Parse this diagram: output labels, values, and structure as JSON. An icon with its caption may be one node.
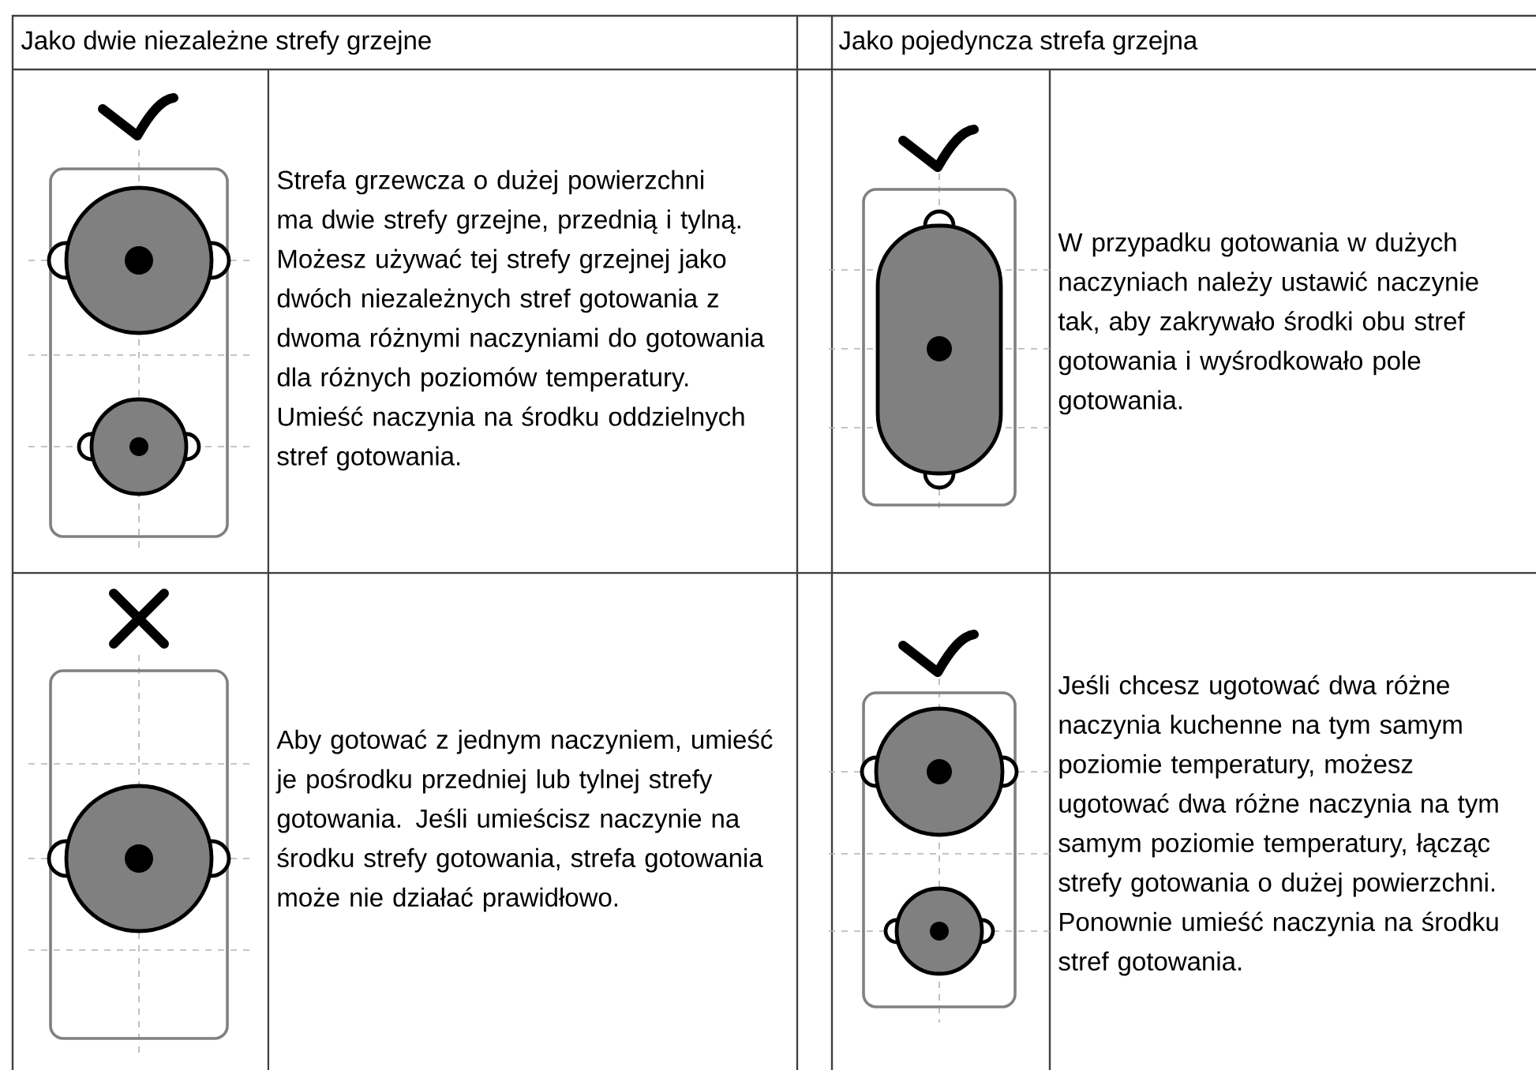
{
  "diagram": {
    "labels": [
      "Jako dwie niezależne strefy grzejne",
      "Jako pojedyncza strefa grzejna",
      "Strefa grzewcza o dużej powierzchni ma dwie strefy grzejne, przednią i tylną. Możesz używać tej strefy grzejnej jako dwóch niezależnych stref gotowania z dwoma różnymi naczyniami do gotowania dla różnych poziomów temperatury. Umieść naczynia na środku oddzielnych stref gotowania.",
      "W przypadku gotowania w dużych naczyniach należy ustawić naczynie tak, aby zakrywało środki obu stref gotowania i wyśrodkowało pole gotowania.",
      "Aby gotować z jednym naczyniem, umieść je pośrodku przedniej lub tylnej strefy gotowania. Jeśli umieścisz naczynie na środku strefy gotowania, strefa gotowania może nie działać prawidłowo.",
      "Jeśli chcesz ugotować dwa różne naczynia kuchenne na tym samym poziomie temperatury, możesz ugotować dwa różne naczynia na tym samym poziomie temperatury, łącząc strefy gotowania o dużej powierzchni. Ponownie umieść naczynia na środku stref gotowania."
    ]
  }
}
